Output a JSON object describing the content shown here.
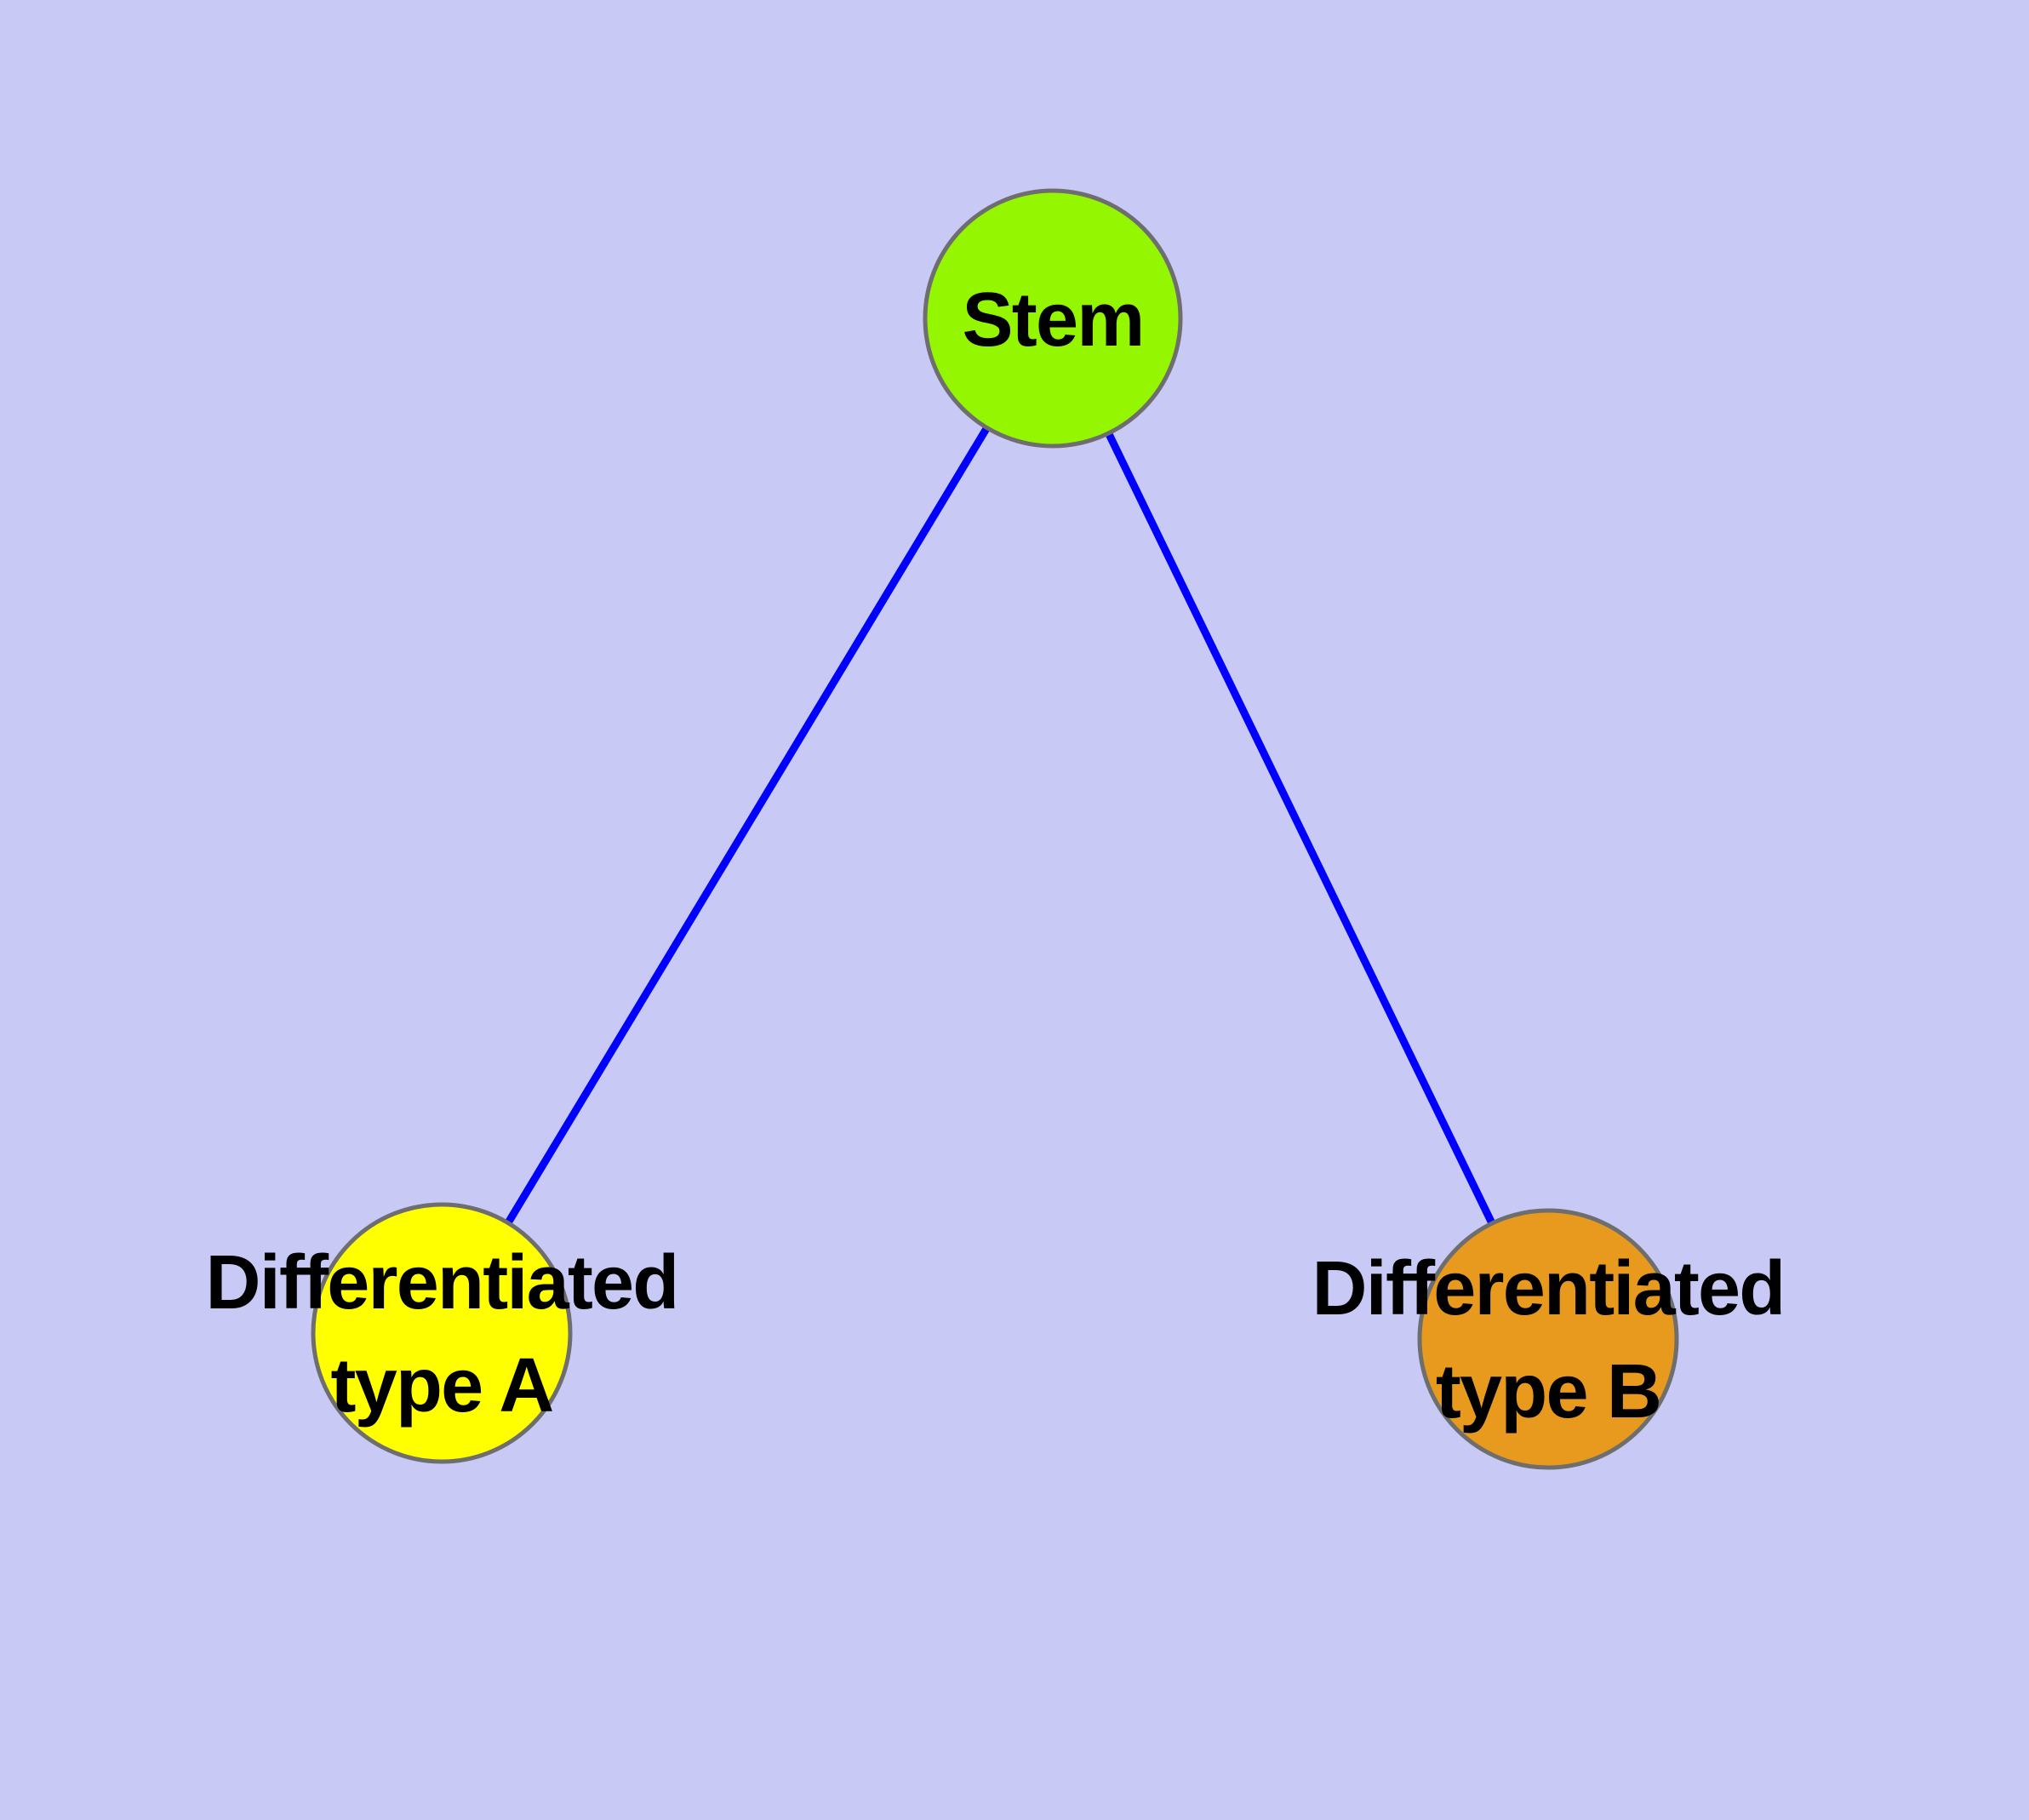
{
  "diagram": {
    "background_color": "#c9c9f6",
    "edge_color": "#0000ff",
    "node_border_color": "#6e6e6e",
    "nodes": {
      "stem": {
        "label": "Stem",
        "color": "#94f600"
      },
      "type_a": {
        "label_line1": "Differentiated",
        "label_line2": "type A",
        "color": "#ffff00"
      },
      "type_b": {
        "label_line1": "Differentiated",
        "label_line2": "type B",
        "color": "#e89a1f"
      }
    },
    "edges": [
      {
        "from": "stem",
        "to": "type_a"
      },
      {
        "from": "stem",
        "to": "type_b"
      }
    ]
  }
}
